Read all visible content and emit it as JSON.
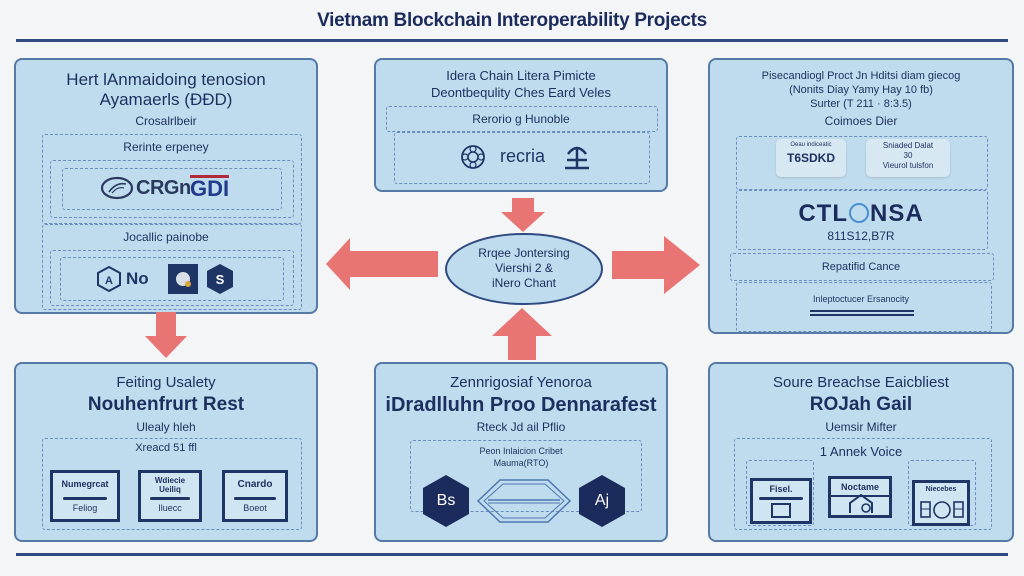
{
  "title": "Vietnam Blockchain Interoperability Projects",
  "colors": {
    "card_bg": "#bfdcee",
    "card_border": "#5679a8",
    "text": "#1c2f5e",
    "arrow": "#e87474",
    "hub_fill": "#bfdcee",
    "hub_stroke": "#2f4a80",
    "rule": "#2f4a80"
  },
  "hub": {
    "lines": [
      "Rrqee Jontersing",
      "Viershi 2 &",
      "iNero Chant"
    ]
  },
  "cards": {
    "top_left": {
      "title_lines": [
        "Hert lAnmaidoing tenosion",
        "Ayamaerls (ĐĐD)"
      ],
      "subtitle": "Crosalrlbeir",
      "section1_label": "Rerinte erpeney",
      "logo_text_a": "CRGn",
      "logo_text_b": "GDI",
      "section2_label": "Jocallic painobe",
      "badge_text": "No",
      "hex_letter": "S"
    },
    "top_center": {
      "title_lines": [
        "Idera Chain Litera Pimicte",
        "Deontbequlity Ches Eard Veles"
      ],
      "section_label": "Rerorio g Hunoble",
      "logo_text": "recria"
    },
    "top_right": {
      "title_lines": [
        "Pisecandiogl Proct Jn Hditsi diam giecog",
        "(Nonits Diay Yamy Hay 10 fb)",
        "Surter (T 211 · 8:3.5)",
        "Coimoes Dier"
      ],
      "bubble1_top": "Oeau indiceatic",
      "bubble1_main": "T6SDKD",
      "bubble2_lines": [
        "Sniaded Dalat",
        "30",
        "Vieurol tulsfon"
      ],
      "brand_left": "CTL",
      "brand_right": "NSA",
      "brand_code": "811S12,B7R",
      "row1_label": "Repatifid Cance",
      "row2_label": "Inleptoctucer Ersanocity"
    },
    "bottom_left": {
      "title_line1": "Feiting Usalety",
      "title_line2": "Nouhenfrurt Rest",
      "subtitle": "Ulealy hleh",
      "section_label": "Xreacd 51 ffl",
      "boxes": [
        {
          "top": "Numegrcat",
          "bottom": "Feliog"
        },
        {
          "top": "Wdiecie Ueiliq",
          "bottom": "Iluecc"
        },
        {
          "top": "Cnardo",
          "bottom": "Boeot"
        }
      ]
    },
    "bottom_center": {
      "title_line1": "Zennrigosiaf Yenoroa",
      "title_line2": "iDradlluhn Proo Dennarafest",
      "subtitle": "Rteck Jd ail Pflio",
      "section_lines": [
        "Peon Inlaicion Cribet",
        "Mauma(RTO)"
      ],
      "hex_left": "Bs",
      "hex_right": "Aj"
    },
    "bottom_right": {
      "title_line1": "Soure Breachse Eaicbliest",
      "title_line2": "ROJah Gail",
      "subtitle": "Uemsir Mifter",
      "section_label": "1 Annek Voice",
      "box1_label": "Fisel.",
      "box2_label": "Noctame",
      "box3_label": "Niecebes"
    }
  }
}
